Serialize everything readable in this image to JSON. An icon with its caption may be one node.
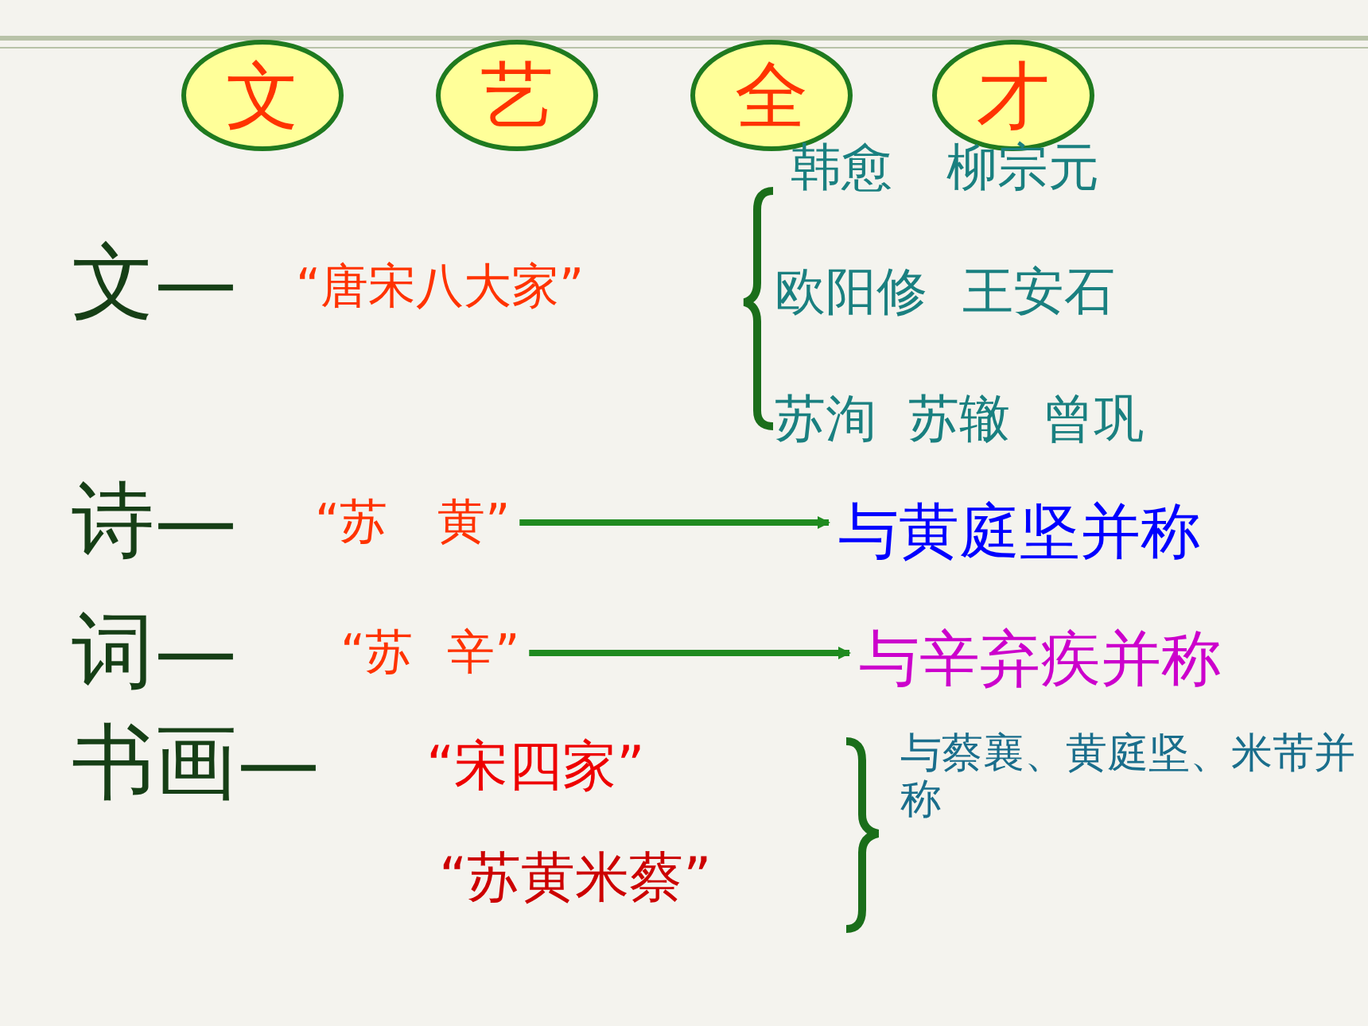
{
  "diagram": {
    "nodes": [
      {
        "text": [
          "文"
        ]
      },
      {
        "text": [
          "艺"
        ]
      },
      {
        "text": [
          "全"
        ]
      },
      {
        "text": [
          "才"
        ]
      },
      {
        "text": [
          "“苏 黄”"
        ]
      },
      {
        "text": [
          "与黄庭坚并称"
        ]
      },
      {
        "text": [
          "“苏 辛”"
        ]
      },
      {
        "text": [
          "与辛弃疾并称"
        ]
      }
    ],
    "edges": [
      {
        "from": 4,
        "to": 5,
        "arrow": "to"
      },
      {
        "from": 6,
        "to": 7,
        "arrow": "to"
      }
    ],
    "labels": [
      "韩愈 柳宗元",
      "文—",
      "“唐宋八大家”",
      "欧阳修 王安石",
      "苏洵 苏辙 曾巩",
      "诗—",
      "词—",
      "书画—",
      "“宋四家”",
      "与蔡襄、黄庭坚、米芾并称",
      "“苏黄米蔡”"
    ]
  }
}
